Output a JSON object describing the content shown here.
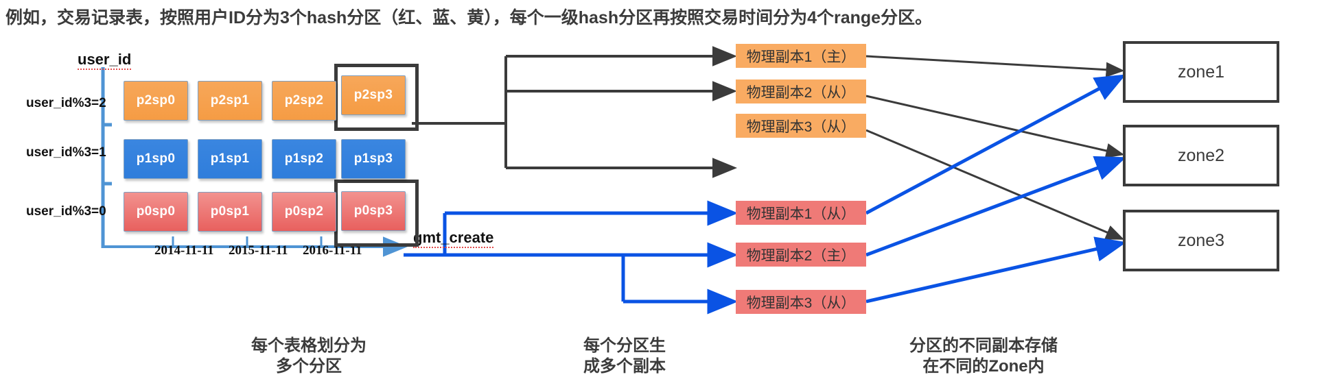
{
  "title": "例如，交易记录表，按照用户ID分为3个hash分区（红、蓝、黄），每个一级hash分区再按照交易时间分为4个range分区。",
  "chart": {
    "y_axis_name": "user_id",
    "x_axis_name": "gmt_create",
    "y_axis_labels": [
      "user_id%3=2",
      "user_id%3=1",
      "user_id%3=0"
    ],
    "x_axis_ticks": [
      "2014-11-11",
      "2015-11-11",
      "2016-11-11"
    ],
    "rows": [
      {
        "color": "orange",
        "hex": "#f59c44",
        "cells": [
          "p2sp0",
          "p2sp1",
          "p2sp2",
          "p2sp3"
        ]
      },
      {
        "color": "blue",
        "hex": "#2f7ddb",
        "cells": [
          "p1sp0",
          "p1sp1",
          "p1sp2",
          "p1sp3"
        ]
      },
      {
        "color": "red",
        "hex": "#e8605e",
        "cells": [
          "p0sp0",
          "p0sp1",
          "p0sp2",
          "p0sp3"
        ]
      }
    ],
    "highlighted_cells": [
      "p2sp3",
      "p0sp3"
    ]
  },
  "replicas": {
    "orange_group": [
      "物理副本1（主）",
      "物理副本2（从）",
      "物理副本3（从）"
    ],
    "red_group": [
      "物理副本1（从）",
      "物理副本2（主）",
      "物理副本3（从）"
    ]
  },
  "zones": [
    "zone1",
    "zone2",
    "zone3"
  ],
  "captions": [
    "每个表格划分为\n多个分区",
    "每个分区生\n成多个副本",
    "分区的不同副本存储\n在不同的Zone内"
  ],
  "colors": {
    "line_black": "#3b3b3b",
    "line_blue": "#0a53e4",
    "axis_blue": "#4f94d4",
    "orange": "#f9ab62",
    "red": "#ef7a77",
    "blue": "#2f7ddb"
  }
}
